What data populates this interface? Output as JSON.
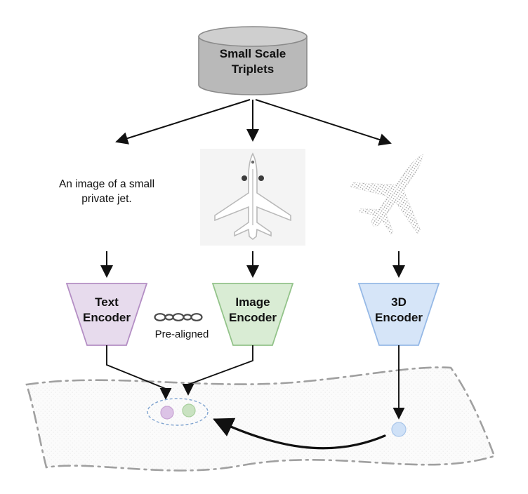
{
  "diagram": {
    "database": {
      "line1": "Small Scale",
      "line2": "Triplets"
    },
    "text_sample": {
      "line1": "An image of a small",
      "line2": "private jet."
    },
    "encoders": {
      "text": {
        "line1": "Text",
        "line2": "Encoder"
      },
      "image": {
        "line1": "Image",
        "line2": "Encoder"
      },
      "threed": {
        "line1": "3D",
        "line2": "Encoder"
      }
    },
    "prealigned": "Pre-aligned",
    "colors": {
      "database_fill": "#b9b9b9",
      "database_top_fill": "#cfcfcf",
      "database_stroke": "#8a8a8a",
      "image_box_fill": "#f4f4f4",
      "text_encoder_fill": "#e7dbed",
      "text_encoder_stroke": "#b48ec4",
      "image_encoder_fill": "#d9ecd4",
      "image_encoder_stroke": "#93c38a",
      "threed_encoder_fill": "#d6e5f8",
      "threed_encoder_stroke": "#96b9e6",
      "text_point_fill": "#dcc3e6",
      "text_point_stroke": "#c7a3d3",
      "image_point_fill": "#c9e2c1",
      "image_point_stroke": "#a8cf9d",
      "threed_point_fill": "#cfe1f7",
      "threed_point_stroke": "#a9c6ea",
      "align_ellipse_stroke": "#7fa3cf",
      "arrow_color": "#111111",
      "space_stroke": "#a0a0a0",
      "chain_color": "#4a4a4a"
    }
  }
}
